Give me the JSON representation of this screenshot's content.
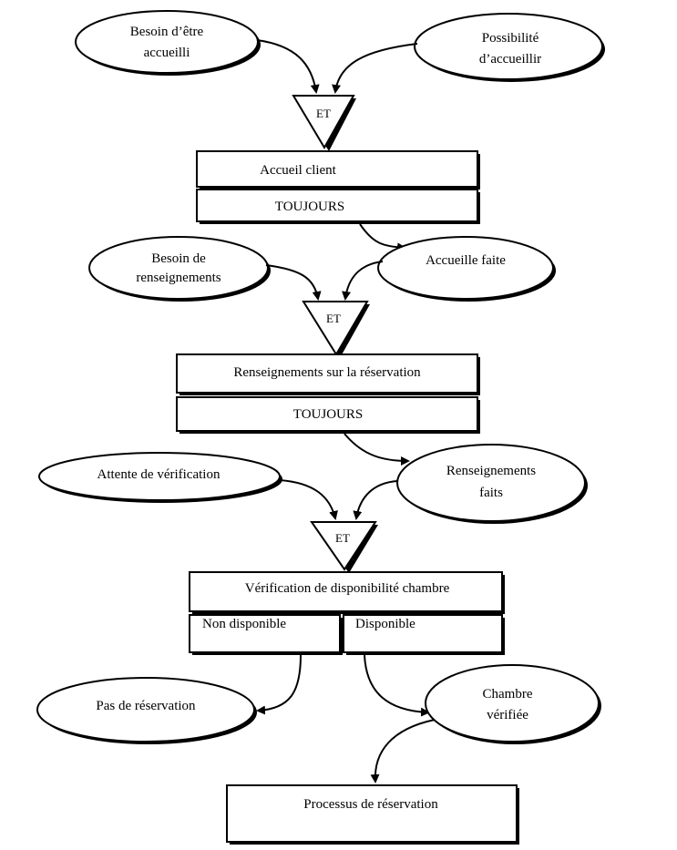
{
  "events": {
    "besoin_accueilli": [
      "Besoin d’être",
      "accueilli"
    ],
    "possibilite_accueillir": [
      "Possibilité",
      "d’accueillir"
    ],
    "besoin_renseignements": [
      "Besoin de",
      "renseignements"
    ],
    "accueil_faite": "Accueille faite",
    "attente_verification": "Attente de vérification",
    "renseignements_faits": [
      "Renseignements",
      "faits"
    ],
    "pas_reservation": "Pas de réservation",
    "chambre_verifiee": [
      "Chambre",
      "vérifiée"
    ]
  },
  "gates": {
    "et1": "ET",
    "et2": "ET",
    "et3": "ET"
  },
  "operations": {
    "accueil_client": {
      "title": "Accueil client",
      "rule": "TOUJOURS"
    },
    "renseignements_reservation": {
      "title": "Renseignements sur la réservation",
      "rule": "TOUJOURS"
    },
    "verification_disponibilite": {
      "title": "Vérification de disponibilité chambre",
      "rule_left": "Non disponible",
      "rule_right": "Disponible"
    },
    "processus_reservation": {
      "title": "Processus de réservation"
    }
  }
}
